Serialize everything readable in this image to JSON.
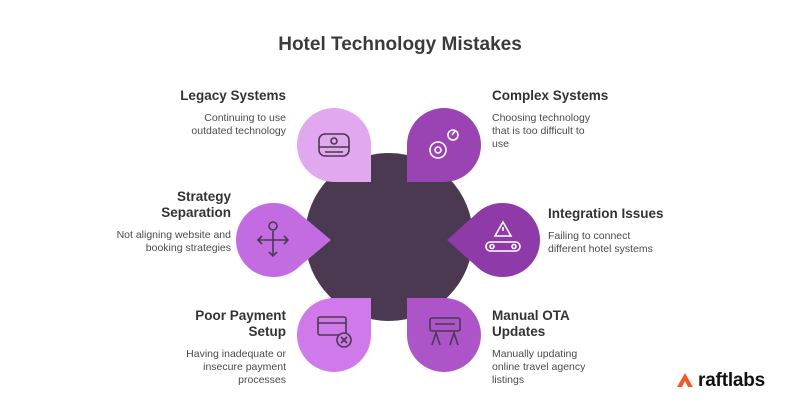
{
  "title": "Hotel Technology Mistakes",
  "items": [
    {
      "key": "legacy",
      "heading": "Legacy Systems",
      "desc": "Continuing to use outdated technology",
      "icon": "hard-drive-icon",
      "color": "#e2a8ef"
    },
    {
      "key": "complex",
      "heading": "Complex Systems",
      "desc": "Choosing technology that is too difficult to use",
      "icon": "gears-icon",
      "color": "#9a44b4"
    },
    {
      "key": "strategy",
      "heading": "Strategy Separation",
      "desc": "Not aligning website and booking strategies",
      "icon": "split-person-icon",
      "color": "#c36ce2"
    },
    {
      "key": "integration",
      "heading": "Integration Issues",
      "desc": "Failing to connect different hotel systems",
      "icon": "conveyor-warning-icon",
      "color": "#8e3aa9"
    },
    {
      "key": "payment",
      "heading": "Poor Payment Setup",
      "desc": "Having inadequate or insecure payment processes",
      "icon": "card-error-icon",
      "color": "#cf79ea"
    },
    {
      "key": "ota",
      "heading": "Manual OTA Updates",
      "desc": "Manually updating online travel agency listings",
      "icon": "keyboard-hands-icon",
      "color": "#ad54c9"
    }
  ],
  "brand": {
    "name": "raftlabs",
    "accent": "#ef5a2a"
  },
  "hub_color": "#4a3950"
}
